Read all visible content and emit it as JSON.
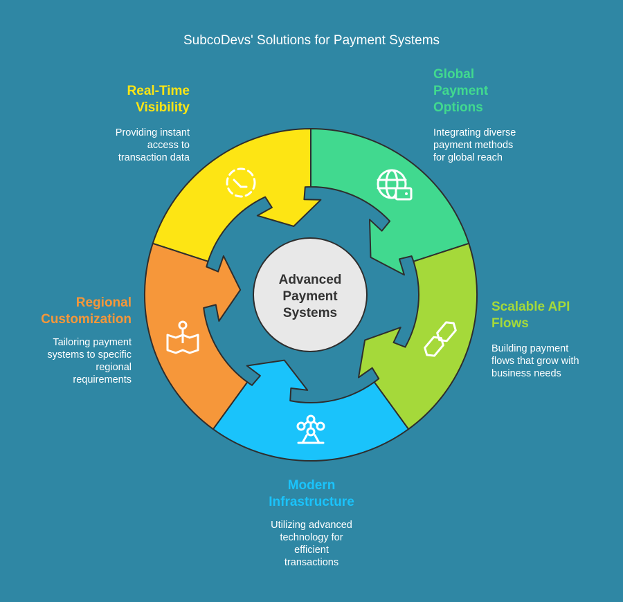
{
  "title": "SubcoDevs' Solutions for Payment Systems",
  "center": {
    "label_lines": [
      "Advanced",
      "Payment",
      "Systems"
    ]
  },
  "colors": {
    "background": "#2f87a4",
    "yellow": "#fde514",
    "green": "#41d98f",
    "lime": "#a5d93a",
    "blue": "#1ac3fb",
    "orange": "#f6973a",
    "center_fill": "#e8e8e8"
  },
  "segments": [
    {
      "label": "Real-Time\nVisibility",
      "description": "Providing instant\naccess to\ntransaction data",
      "icon": "dashed-clock-icon",
      "color": "#fde514"
    },
    {
      "label": "Global\nPayment\nOptions",
      "description": "Integrating diverse\npayment methods\nfor global reach",
      "icon": "globe-wallet-icon",
      "color": "#41d98f"
    },
    {
      "label": "Scalable API\nFlows",
      "description": "Building payment\nflows that grow with\nbusiness needs",
      "icon": "link-icon",
      "color": "#a5d93a"
    },
    {
      "label": "Modern\nInfrastructure",
      "description": "Utilizing advanced\ntechnology for\nefficient\ntransactions",
      "icon": "atomium-icon",
      "color": "#1ac3fb"
    },
    {
      "label": "Regional\nCustomization",
      "description": "Tailoring payment\nsystems to specific\nregional\nrequirements",
      "icon": "map-pin-icon",
      "color": "#f6973a"
    }
  ]
}
